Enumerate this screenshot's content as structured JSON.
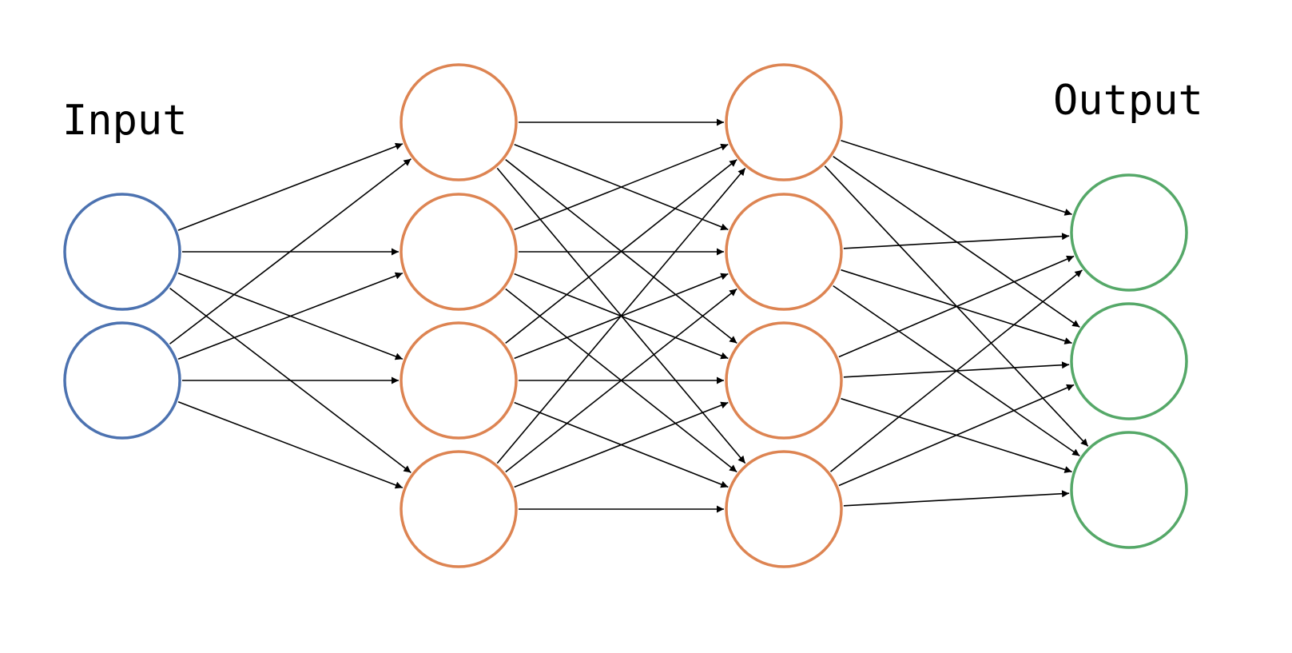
{
  "labels": {
    "input": "Input",
    "output": "Output"
  },
  "colors": {
    "input_node": "#4c72b0",
    "hidden_node": "#dd8452",
    "output_node": "#55a868",
    "edge": "#000000"
  },
  "layers": [
    {
      "name": "input",
      "role": "input",
      "nodes": 2
    },
    {
      "name": "hidden-1",
      "role": "hidden",
      "nodes": 4
    },
    {
      "name": "hidden-2",
      "role": "hidden",
      "nodes": 4
    },
    {
      "name": "output",
      "role": "output",
      "nodes": 3
    }
  ],
  "connectivity": "fully-connected"
}
